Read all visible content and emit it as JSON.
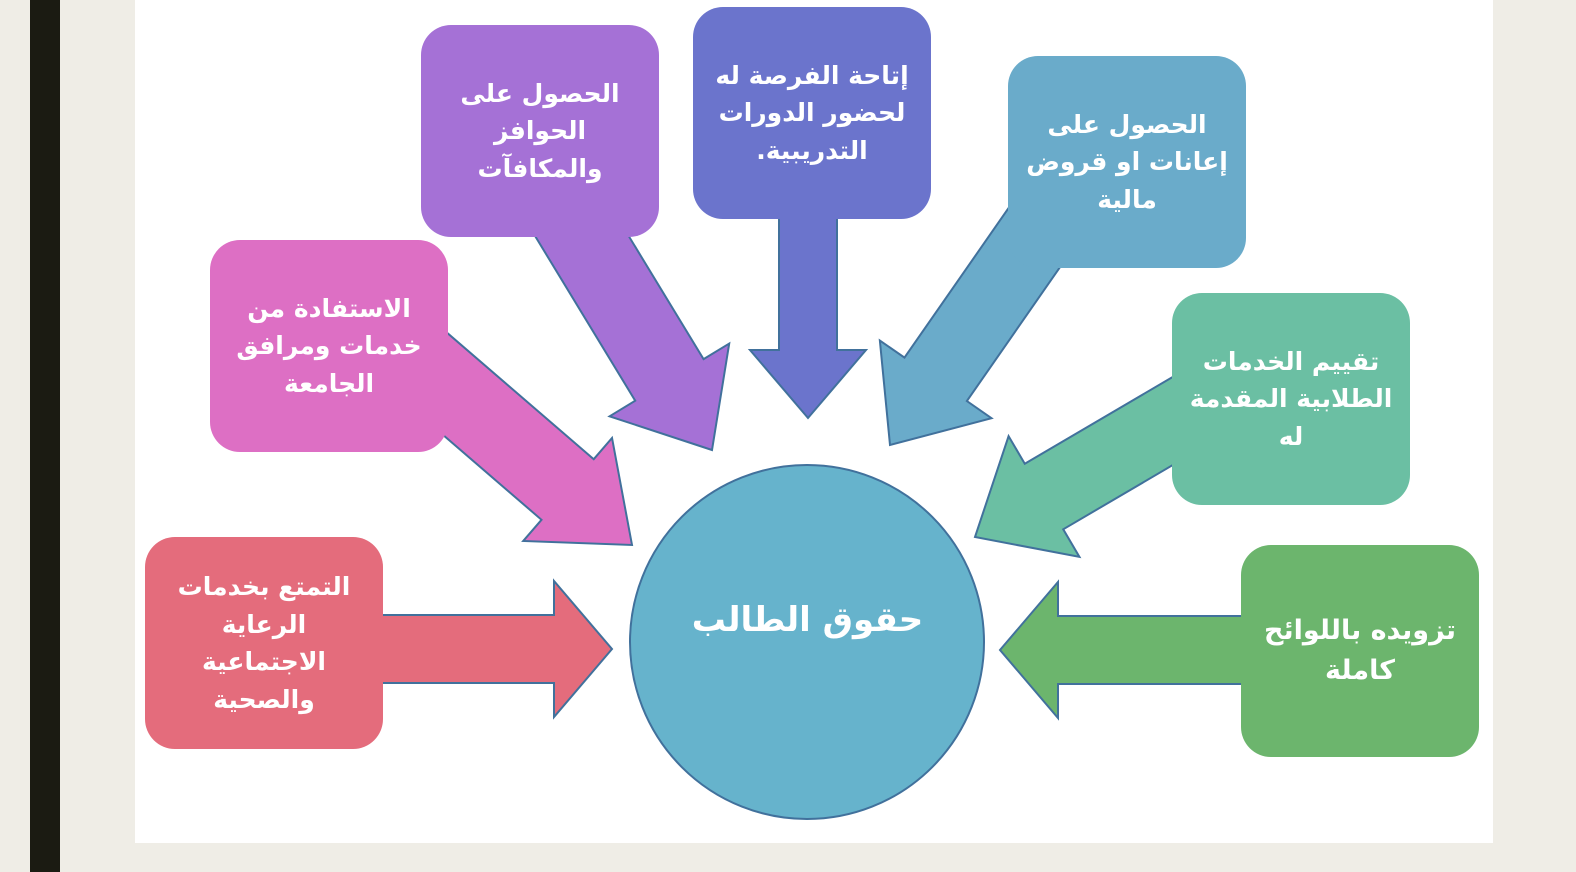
{
  "center": {
    "label": "حقوق الطالب",
    "color": "#66b3cc"
  },
  "rights": [
    {
      "id": "welfare",
      "text": "التمتع بخدمات\nالرعاية\nالاجتماعية\nوالصحية",
      "color": "#e46c7c"
    },
    {
      "id": "facilities",
      "text": "الاستفادة من\nخدمات ومرافق\nالجامعة",
      "color": "#dd6fc4"
    },
    {
      "id": "incentives",
      "text": "الحصول على\nالحوافز\nوالمكافآت",
      "color": "#a571d6"
    },
    {
      "id": "training",
      "text": "إتاحة الفرصة له\nلحضور الدورات\nالتدريبية.",
      "color": "#6b74cc"
    },
    {
      "id": "loans",
      "text": "الحصول على\nإعانات او قروض\nمالية",
      "color": "#6aabca"
    },
    {
      "id": "evaluation",
      "text": "تقييم الخدمات\nالطلابية المقدمة\nله",
      "color": "#6bbfa3"
    },
    {
      "id": "regulations",
      "text": "تزويده باللوائح\nكاملة",
      "color": "#6cb56d"
    }
  ],
  "stroke_color": "#41719c"
}
